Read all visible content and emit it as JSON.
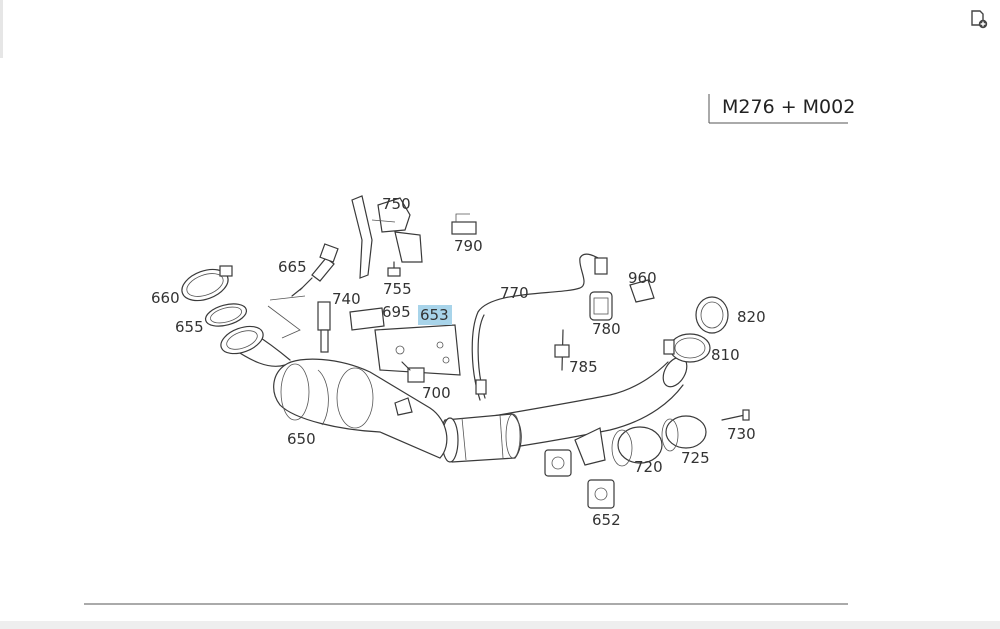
{
  "diagram": {
    "title": "M276 + M002",
    "highlight_color": "#a8d4ea",
    "selected_part": "653",
    "parts": [
      {
        "number": "650"
      },
      {
        "number": "652"
      },
      {
        "number": "653"
      },
      {
        "number": "655"
      },
      {
        "number": "660"
      },
      {
        "number": "665"
      },
      {
        "number": "695"
      },
      {
        "number": "700"
      },
      {
        "number": "720"
      },
      {
        "number": "725"
      },
      {
        "number": "730"
      },
      {
        "number": "740"
      },
      {
        "number": "750"
      },
      {
        "number": "755"
      },
      {
        "number": "770"
      },
      {
        "number": "780"
      },
      {
        "number": "785"
      },
      {
        "number": "790"
      },
      {
        "number": "810"
      },
      {
        "number": "820"
      },
      {
        "number": "960"
      }
    ]
  },
  "toolbar": {
    "icon": "document-add-icon"
  }
}
